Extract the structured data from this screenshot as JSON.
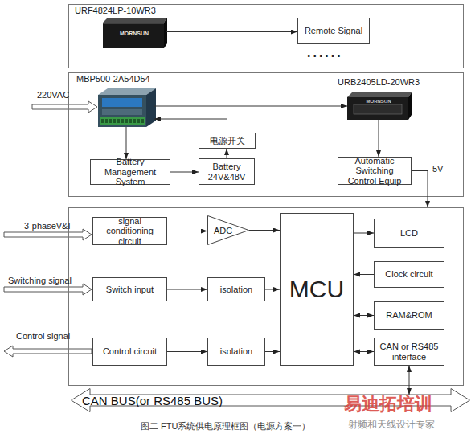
{
  "diagram": {
    "caption": "图二 FTU系统供电原理框图（电源方案一）",
    "nodes": [
      {
        "text": []
      },
      {
        "text": [
          "URF4824LP-10WR3",
          "MORNSUN"
        ],
        "in": 0
      },
      {
        "text": [
          "Remote Signal"
        ],
        "in": 0
      },
      {
        "text": []
      },
      {
        "text": [
          "MBP500-2A54D54"
        ],
        "in": 3
      },
      {
        "text": [
          "URB2405LD-20WR3",
          "MORNSUN"
        ],
        "in": 3
      },
      {
        "text": [
          "电源开关"
        ],
        "in": 3
      },
      {
        "text": [
          "Battery Management System"
        ],
        "in": 3
      },
      {
        "text": [
          "Battery 24V&48V"
        ],
        "in": 3
      },
      {
        "text": [
          "Automatic Switching Control Equip"
        ],
        "in": 3
      },
      {
        "text": []
      },
      {
        "text": [
          "signal conditioning circuit"
        ],
        "in": 10
      },
      {
        "text": [
          "ADC"
        ],
        "in": 10
      },
      {
        "text": [
          "MCU"
        ],
        "in": 10
      },
      {
        "text": [
          "LCD"
        ],
        "in": 10
      },
      {
        "text": [
          "Clock circuit"
        ],
        "in": 10
      },
      {
        "text": [
          "Switch input"
        ],
        "in": 10
      },
      {
        "text": [
          "isolation"
        ],
        "in": 10
      },
      {
        "text": [
          "RAM&ROM"
        ],
        "in": 10
      },
      {
        "text": [
          "Control circuit"
        ],
        "in": 10
      },
      {
        "text": [
          "isolation"
        ],
        "in": 10
      },
      {
        "text": [
          "CAN or RS485 interface"
        ],
        "in": 10
      },
      {
        "text": [
          "CAN BUS(or RS485 BUS)"
        ]
      }
    ],
    "edges": [
      {
        "from": 1,
        "to": 2,
        "arrow": "to"
      },
      {
        "from": 4,
        "to": 5,
        "arrow": "to"
      },
      {
        "from": 4,
        "to": 7,
        "arrow": "to"
      },
      {
        "from": 7,
        "to": 8,
        "arrow": "to"
      },
      {
        "from": 8,
        "to": 6,
        "arrow": "to"
      },
      {
        "from": 6,
        "to": 4,
        "arrow": "to"
      },
      {
        "from": 5,
        "to": 9,
        "arrow": "to"
      },
      {
        "from": 9,
        "to": 10,
        "label": "5V",
        "arrow": "to"
      },
      {
        "from": 11,
        "to": 12,
        "arrow": "to"
      },
      {
        "from": 12,
        "to": 13,
        "arrow": "to"
      },
      {
        "from": 16,
        "to": 17,
        "arrow": "to"
      },
      {
        "from": 17,
        "to": 13,
        "arrow": "to"
      },
      {
        "from": 19,
        "to": 20,
        "arrow": "to"
      },
      {
        "from": 20,
        "to": 13,
        "arrow": "to"
      },
      {
        "from": 13,
        "to": 14,
        "arrow": "to"
      },
      {
        "from": 15,
        "to": 13,
        "arrow": "to"
      },
      {
        "from": 18,
        "to": 13,
        "arrow": "both"
      },
      {
        "from": 21,
        "to": 13,
        "arrow": "both"
      },
      {
        "from": 21,
        "to": 22,
        "arrow": "both"
      }
    ],
    "labels": [
      "......",
      "220VAC",
      "3-phaseV&I",
      "Switching signal",
      "Control signal",
      "易迪拓培训",
      "射频和天线设计专家"
    ]
  }
}
